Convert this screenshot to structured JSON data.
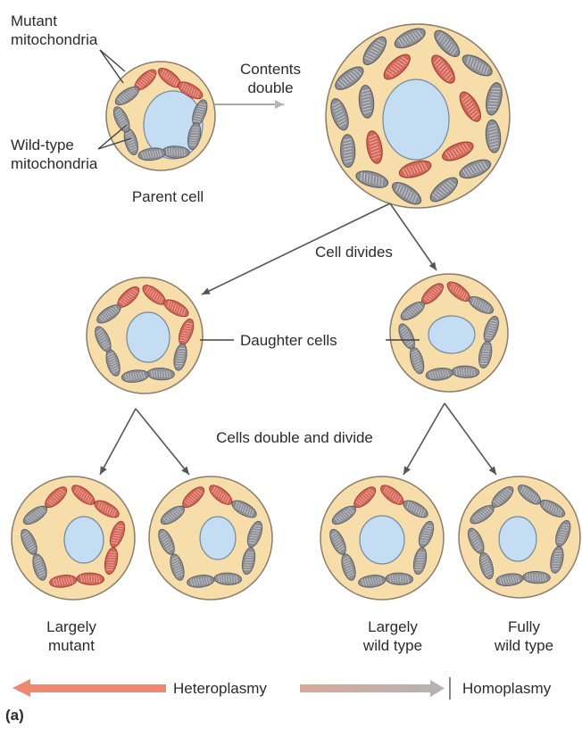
{
  "labels": {
    "mutant_mito": [
      "Mutant",
      "mitochondria"
    ],
    "wildtype_mito": [
      "Wild-type",
      "mitochondria"
    ],
    "contents_double": [
      "Contents",
      "double"
    ],
    "parent_cell": "Parent cell",
    "cell_divides": "Cell divides",
    "daughter_cells": "Daughter cells",
    "cells_double_divide": "Cells double and divide",
    "largely_mutant": [
      "Largely",
      "mutant"
    ],
    "largely_wild_type": [
      "Largely",
      "wild type"
    ],
    "fully_wild_type": [
      "Fully",
      "wild type"
    ],
    "heteroplasmy": "Heteroplasmy",
    "homoplasmy": "Homoplasmy",
    "panel": "(a)"
  },
  "colors": {
    "cell_fill": "#f6ddaa",
    "cell_stroke": "#8a7d6a",
    "nucleus": "#c5ddf3",
    "mutant_mito": "#d2675a",
    "wild_mito": "#8d8f95",
    "arrow": "#555555",
    "hetero_arrow": "#f08a74",
    "homo_arrow": "#b8b8b8"
  },
  "cells": [
    {
      "id": "parent",
      "mutant_count": 3,
      "wild_count": 7
    },
    {
      "id": "doubled",
      "mutant_count": 6,
      "wild_count": 14
    },
    {
      "id": "daughter-left",
      "mutant_count": 4,
      "wild_count": 6
    },
    {
      "id": "daughter-right",
      "mutant_count": 2,
      "wild_count": 8
    },
    {
      "id": "largely-mutant-1",
      "mutant_count": 7,
      "wild_count": 3
    },
    {
      "id": "largely-mutant-2",
      "mutant_count": 2,
      "wild_count": 8
    },
    {
      "id": "largely-wild-type",
      "mutant_count": 2,
      "wild_count": 8
    },
    {
      "id": "fully-wild-type",
      "mutant_count": 0,
      "wild_count": 10
    }
  ]
}
